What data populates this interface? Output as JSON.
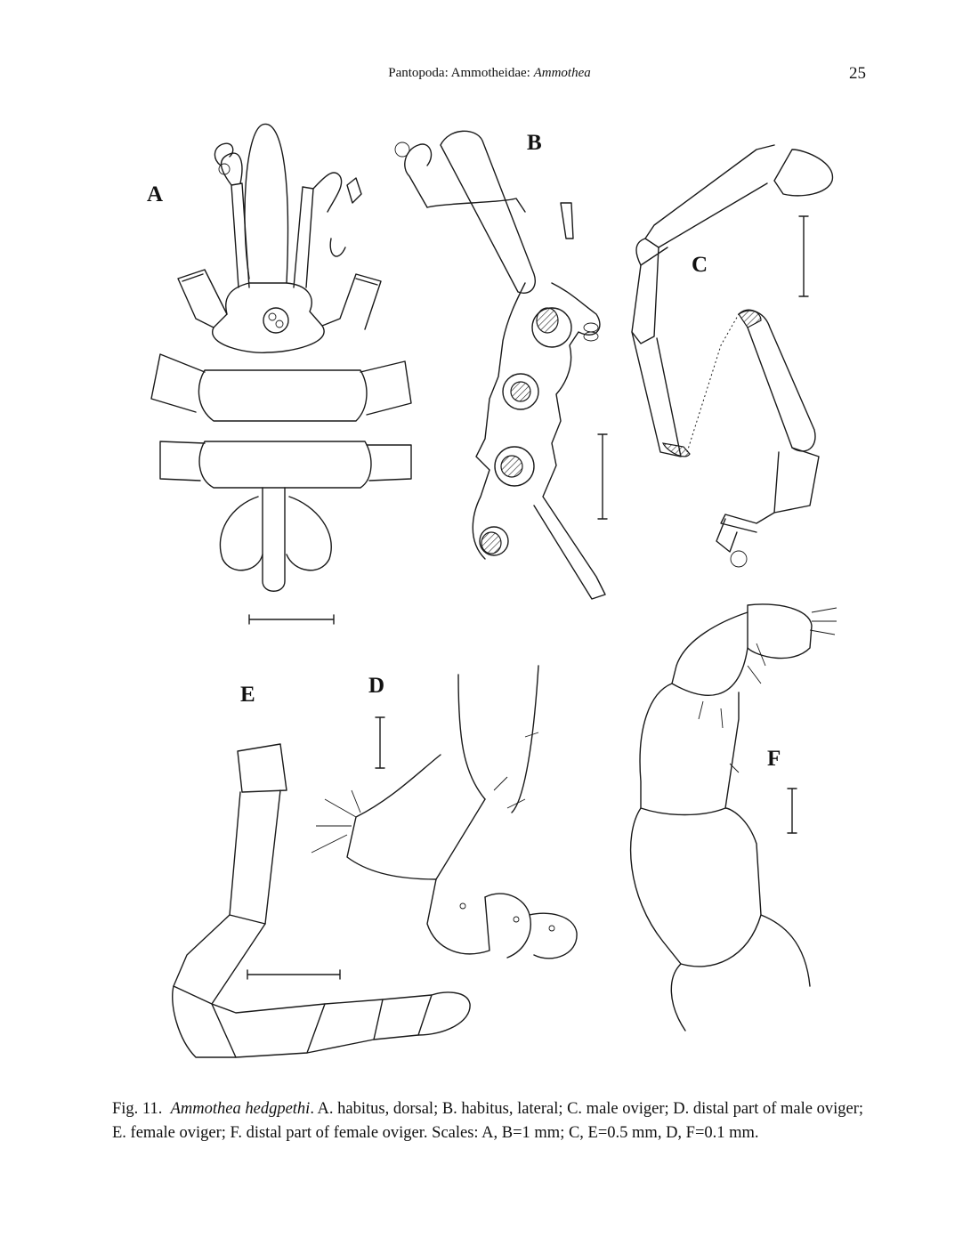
{
  "header": {
    "running_head_plain": "Pantopoda: Ammotheidae: ",
    "running_head_italic": "Ammothea",
    "page_number": "25"
  },
  "panels": {
    "A": "A",
    "B": "B",
    "C": "C",
    "D": "D",
    "E": "E",
    "F": "F"
  },
  "caption": {
    "fig": "Fig. 11.",
    "species": "Ammothea hedgpethi",
    "rest": ".  A. habitus, dorsal; B. habitus, lateral; C. male oviger; D. distal part of male oviger; E. female oviger; F. distal part of female oviger.  Scales: A, B=1 mm; C, E=0.5 mm, D, F=0.1 mm."
  }
}
